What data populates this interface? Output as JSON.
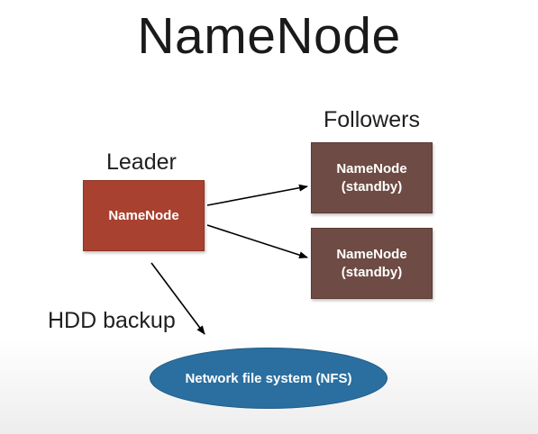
{
  "title": "NameNode",
  "labels": {
    "followers": "Followers",
    "leader": "Leader",
    "hdd_backup": "HDD backup"
  },
  "nodes": {
    "leader": {
      "line1": "NameNode"
    },
    "standby_1": {
      "line1": "NameNode",
      "line2": "(standby)"
    },
    "standby_2": {
      "line1": "NameNode",
      "line2": "(standby)"
    },
    "nfs": {
      "label": "Network file system (NFS)"
    }
  },
  "colors": {
    "leader_fill": "#a8412f",
    "standby_fill": "#6e4b44",
    "nfs_fill": "#2a6fa0",
    "arrow": "#000000"
  }
}
